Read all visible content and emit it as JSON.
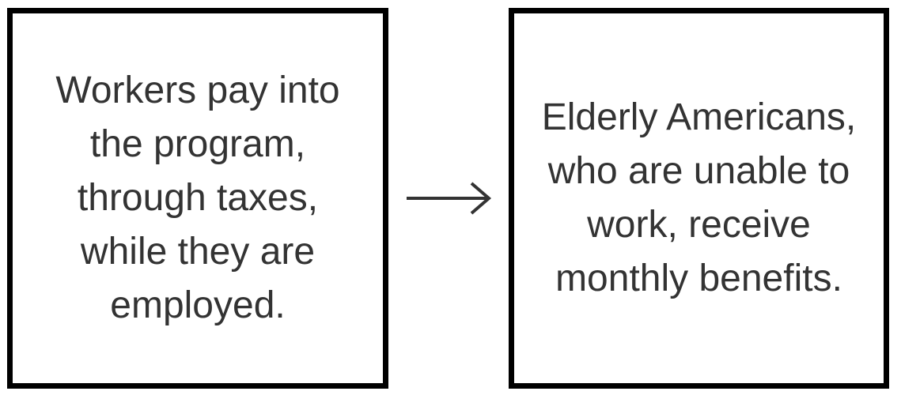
{
  "diagram": {
    "left_box": {
      "text": "Workers pay into the program, through taxes, while they are employed."
    },
    "arrow": {
      "icon": "right-arrow-icon",
      "direction": "right"
    },
    "right_box": {
      "text": "Elderly Americans, who are unable to work, receive monthly benefits."
    },
    "colors": {
      "border": "#000000",
      "text": "#333333",
      "background": "#ffffff"
    }
  }
}
